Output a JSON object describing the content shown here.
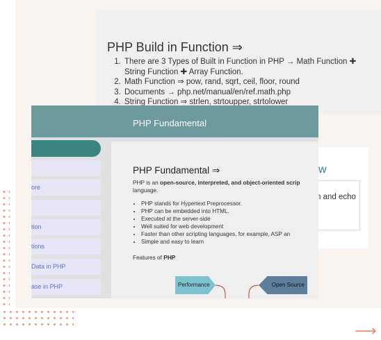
{
  "back_card": {
    "title": "PHP Build in Function ⇒",
    "items": [
      "There are 3 Types of Built in Function in PHP → Math Function ✚ String Function ✚ Array Function.",
      "Math Function ⇒ pow, rand, sqrt, ceil, floor, round",
      "Documents → php.net/manual/en/ref.math.php",
      "String Function ⇒ strlen, strtoupper, strtolower"
    ]
  },
  "right_card": {
    "heading_fragment": "w",
    "text_fragment": "n and echo"
  },
  "front": {
    "header_title": "PHP Fundamental",
    "sidebar_items": [
      "",
      "ore",
      "",
      "tion",
      "tions",
      "Data in PHP",
      "ase in PHP"
    ],
    "content": {
      "title": "PHP Fundamental ⇒",
      "intro_prefix": "PHP is an ",
      "intro_bold": "open-source, interpreted, and object-oriented scrip",
      "intro_suffix": "language.",
      "bullets": [
        "PHP stands for Hypertext Preprocessor.",
        "PHP can be embedded into HTML.",
        "Executed at the server-side",
        "Well suited for web development",
        "Faster than other scripting languages, for example, ASP an",
        "Simple and easy to learn"
      ],
      "features_prefix": "Features of ",
      "features_bold": "PHP",
      "diagram": {
        "left_label": "Performance",
        "right_label": "Open Source"
      }
    }
  },
  "colors": {
    "accent_teal": "#3a8481",
    "header_teal": "#6d9a9c",
    "dot_orange": "#f08a70",
    "sidebar_link": "#5a70d8"
  }
}
